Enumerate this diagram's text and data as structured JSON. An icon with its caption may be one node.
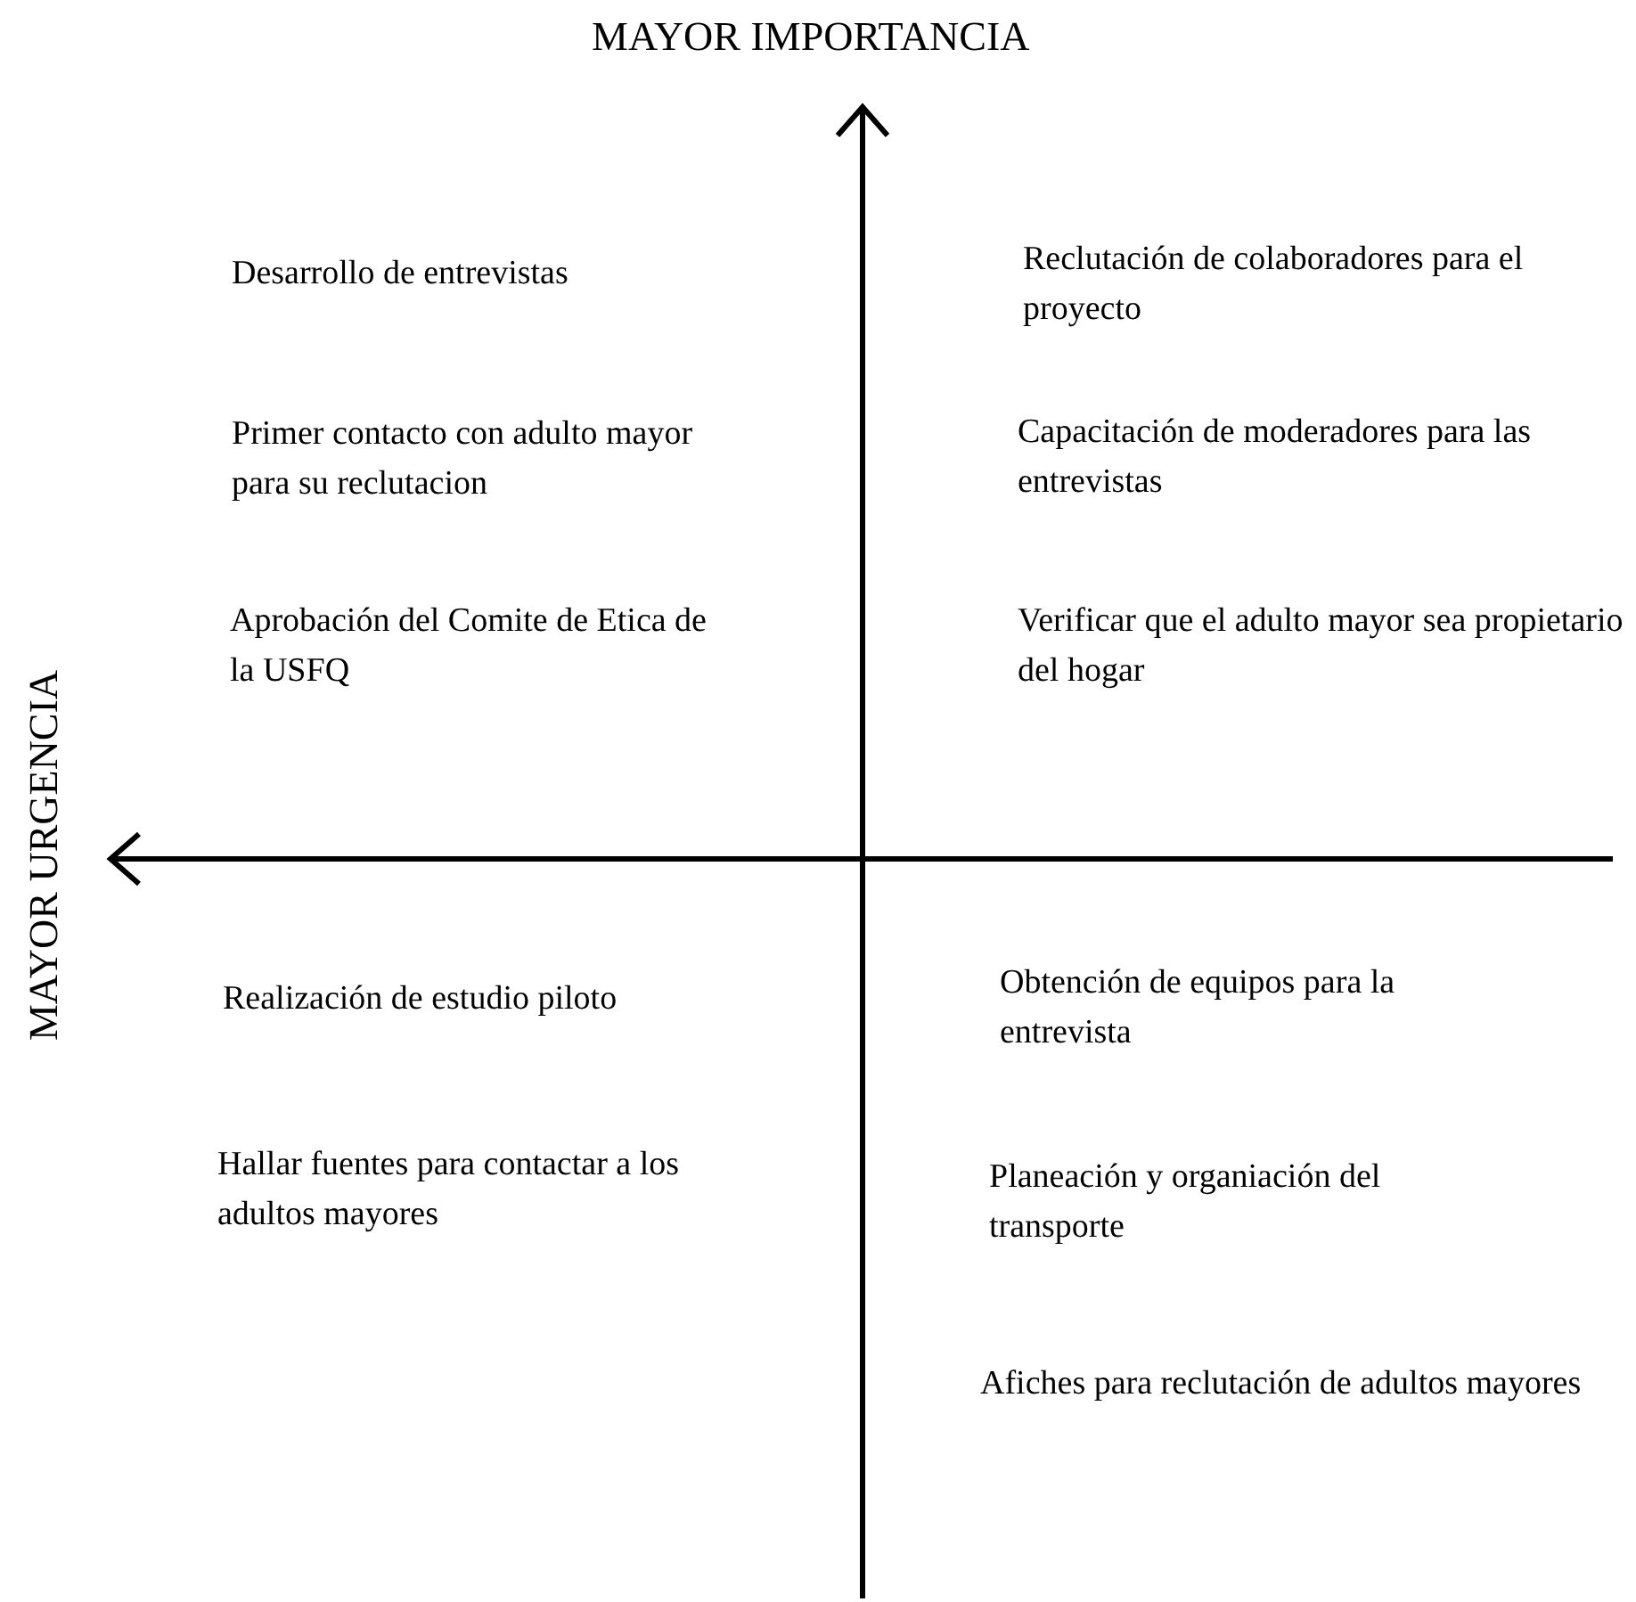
{
  "diagram": {
    "labels": [
      "MAYOR IMPORTANCIA",
      "Desarrollo de entrevistas",
      "Reclutación de colaboradores para el proyecto",
      "Primer contacto con adulto mayor para su reclutacion",
      "Capacitación de moderadores para las entrevistas",
      "Aprobación del Comite de Etica de la USFQ",
      "Verificar que el adulto mayor sea propietario del hogar",
      "MAYOR URGENCIA",
      "Realización de estudio piloto",
      "Obtención de equipos para la entrevista",
      "Hallar fuentes para contactar a los adultos mayores",
      "Planeación y organiación del transporte",
      "Afiches para reclutación de adultos mayores"
    ]
  }
}
